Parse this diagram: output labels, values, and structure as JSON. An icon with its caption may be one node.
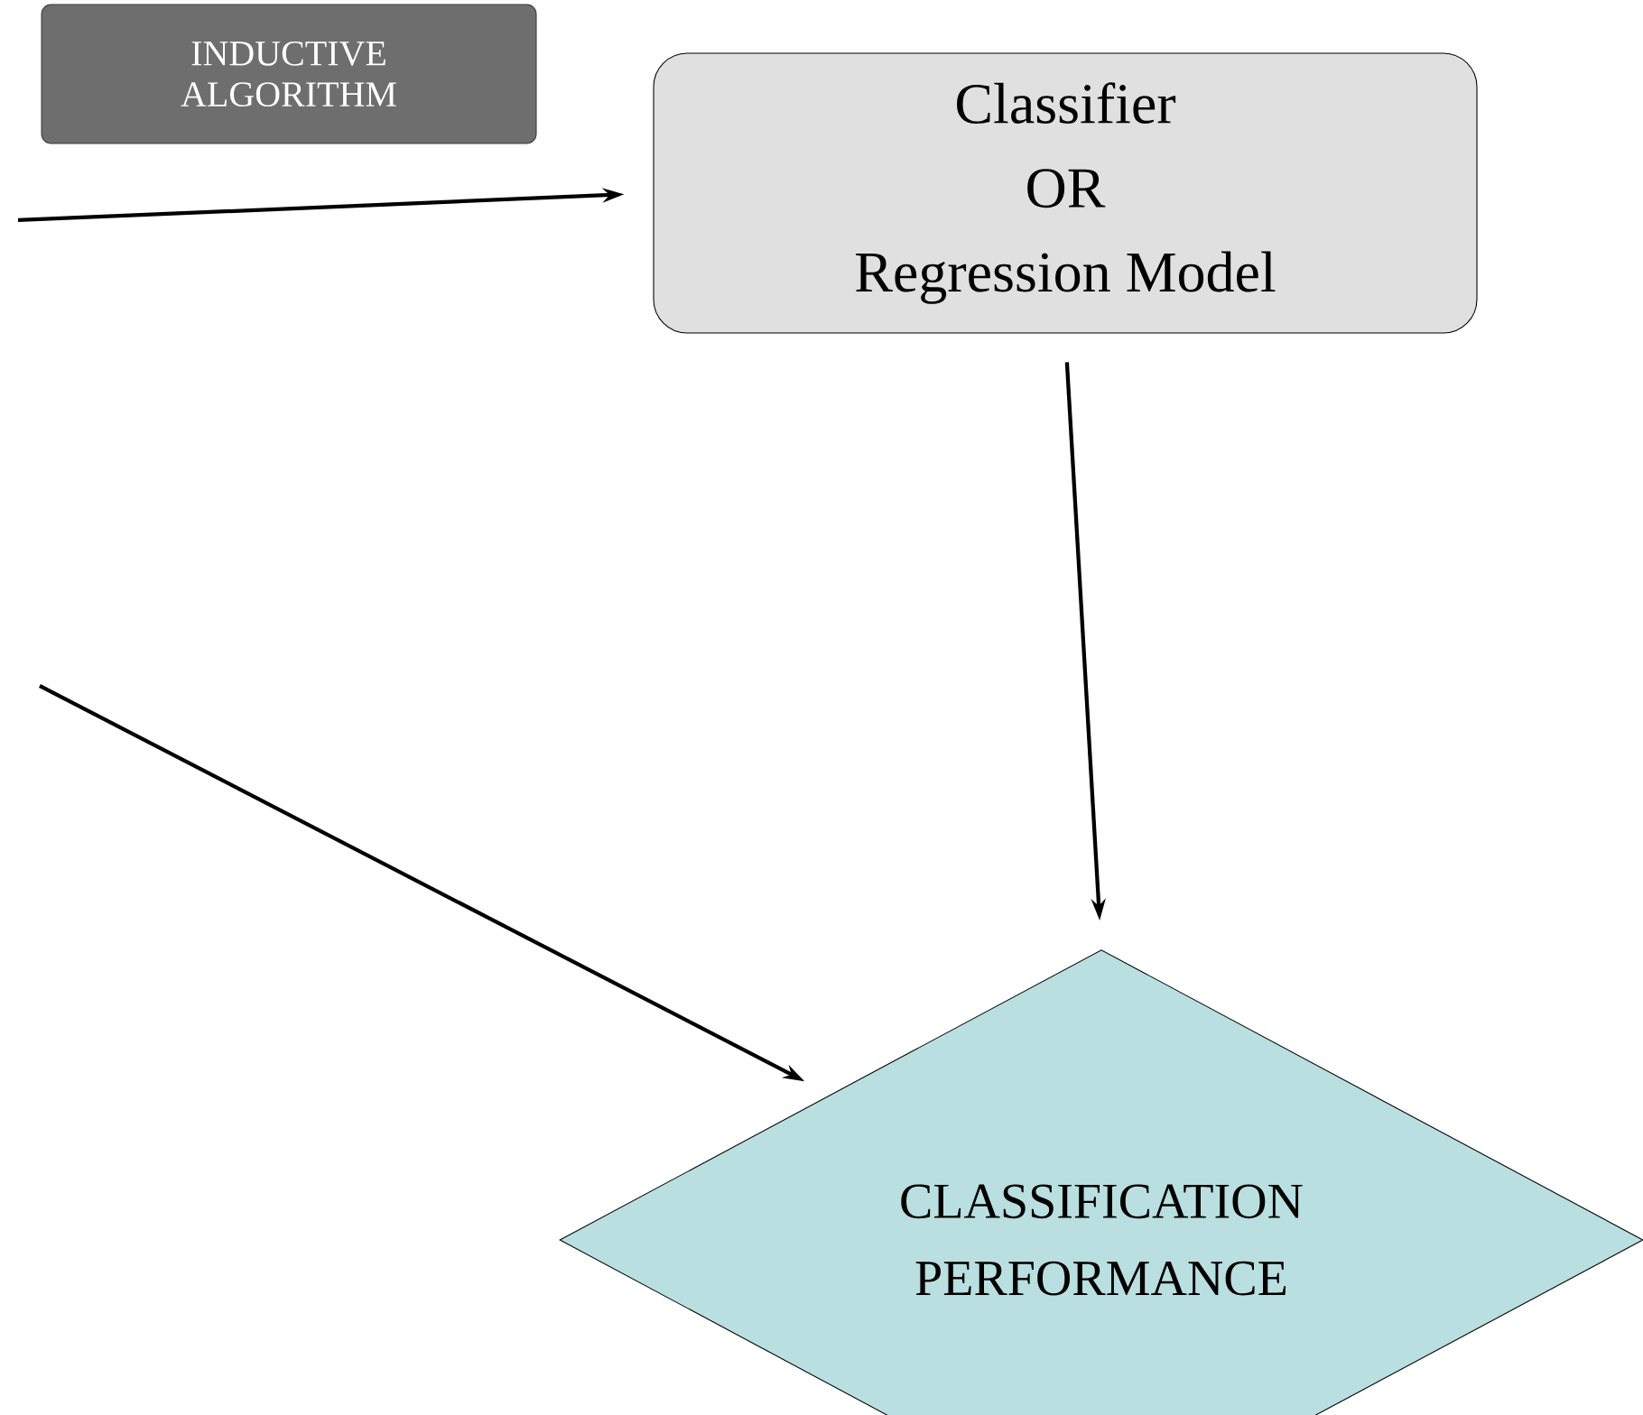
{
  "diagram": {
    "nodes": [
      {
        "text": [
          "INDUCTIVE ALGORITHM"
        ]
      },
      {
        "text": [
          "Classifier",
          "OR",
          "Regression Model"
        ]
      },
      {
        "text": [
          "CLASSIFICATION PERFORMANCE"
        ]
      }
    ],
    "edges": [
      {
        "from": null,
        "to": 1,
        "arrow": "to"
      },
      {
        "from": 1,
        "to": 2,
        "arrow": "to"
      },
      {
        "from": null,
        "to": 2,
        "arrow": "to"
      }
    ]
  }
}
